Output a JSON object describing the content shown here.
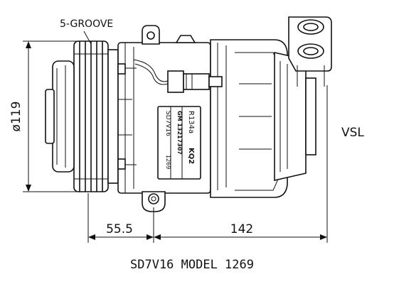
{
  "diagram": {
    "groove_label": "5-GROOVE",
    "diameter_label": "ø119",
    "dimension_left": "55.5",
    "dimension_right": "142",
    "side_label": "VSL",
    "caption": "SD7V16 MODEL 1269",
    "plate": {
      "line1_left": "SD7V16",
      "line1_right": "1269",
      "line2": "GM 13217307",
      "line3_left": "R134a",
      "line3_right": "KQ2"
    }
  }
}
